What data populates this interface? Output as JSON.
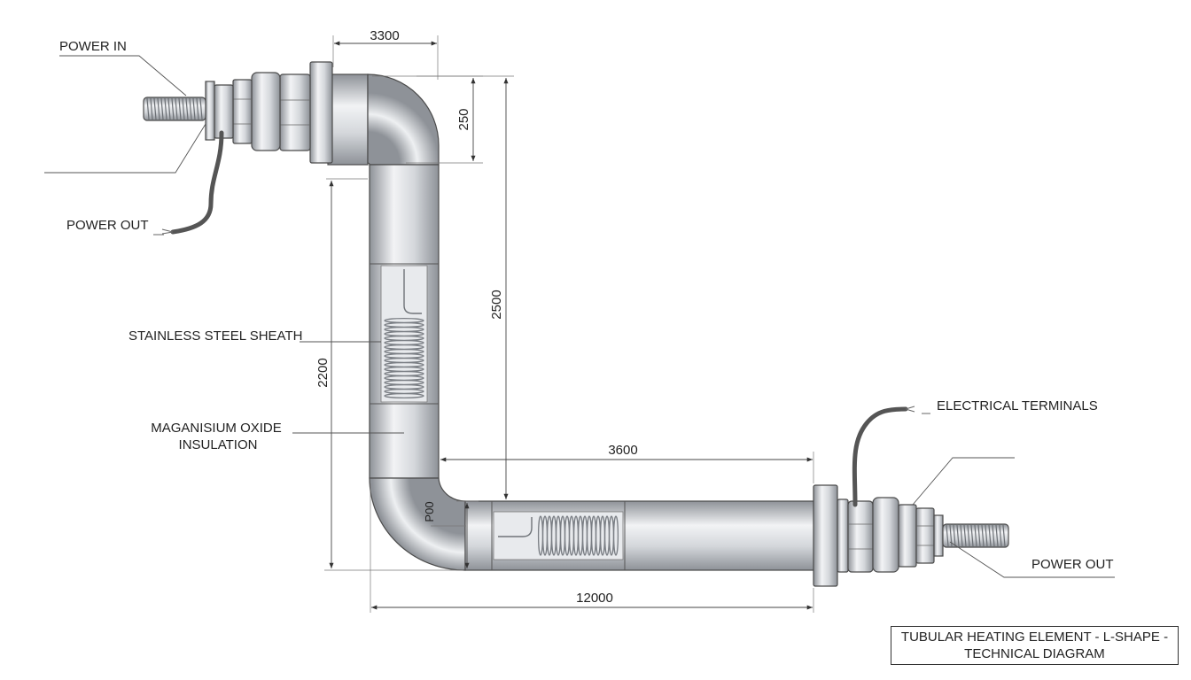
{
  "labels": {
    "power_in": "POWER IN",
    "power_out_left": "POWER OUT",
    "stainless_sheath": "STAINLESS STEEL SHEATH",
    "insulation_line1": "MAGANISIUM OXIDE",
    "insulation_line2": "INSULATION",
    "electrical_terminals": "ELECTRICAL TERMINALS",
    "power_out_right": "POWER OUT"
  },
  "dimensions": {
    "top_width": "3300",
    "top_bend_height": "250",
    "right_vertical": "2500",
    "left_vertical": "2200",
    "horizontal_leg": "3600",
    "bottom_bend": "P00",
    "overall_length": "12000"
  },
  "title_block": {
    "line1": "TUBULAR HEATING ELEMENT - L-SHAPE -",
    "line2": "TECHNICAL DIAGRAM"
  },
  "colors": {
    "pipe_light": "#f2f3f5",
    "pipe_mid": "#c9ccd1",
    "pipe_dark": "#8e9298",
    "coil": "#7a7e84",
    "line": "#444444"
  }
}
